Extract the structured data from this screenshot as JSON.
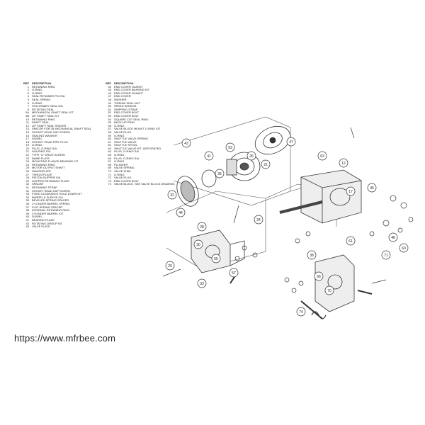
{
  "columns": {
    "ref": "REF",
    "description": "DESCRIPTION"
  },
  "parts_left": [
    {
      "ref": "1",
      "desc": "RETAINING RING"
    },
    {
      "ref": "2",
      "desc": "O-RING"
    },
    {
      "ref": "3",
      "desc": "O-RING"
    },
    {
      "ref": "4",
      "desc": "SEAL RETAINER PIN S/A"
    },
    {
      "ref": "5",
      "desc": "SEAL SPRING"
    },
    {
      "ref": "6",
      "desc": "O-RING"
    },
    {
      "ref": "7",
      "desc": "STATIONARY SEAL S/A"
    },
    {
      "ref": "8",
      "desc": "ROTATING SEAL"
    },
    {
      "ref": "9A",
      "desc": "MECHANICAL SHAFT SEAL KIT"
    },
    {
      "ref": "9B",
      "desc": "LIP SHAFT SEAL KIT"
    },
    {
      "ref": "10",
      "desc": "RETAINING RING"
    },
    {
      "ref": "11",
      "desc": "SHAFT SEAL"
    },
    {
      "ref": "12",
      "desc": "LIP SHAFT SEAL SPACER"
    },
    {
      "ref": "13",
      "desc": "SPACER FOR 26 MECHANICAL SHAFT SEAL"
    },
    {
      "ref": "",
      "desc": ""
    },
    {
      "ref": "15",
      "desc": "SOCKET HEAD CAP SCREW"
    },
    {
      "ref": "16",
      "desc": "SEALING WASHER"
    },
    {
      "ref": "17",
      "desc": "DOWEL"
    },
    {
      "ref": "18",
      "desc": "SOCKET HEAD PIPE PLUG"
    },
    {
      "ref": "19",
      "desc": "O-RING"
    },
    {
      "ref": "20",
      "desc": "PLUG, O-RING S/A"
    },
    {
      "ref": "21",
      "desc": "HOUSING S/A"
    },
    {
      "ref": "22",
      "desc": "TYPE \"U\" DRIVE SCREW"
    },
    {
      "ref": "23",
      "desc": "NAME PLATE"
    },
    {
      "ref": "24",
      "desc": "MOUNTING FLANGE BEARING KIT"
    },
    {
      "ref": "24",
      "desc": "RETAINING RING"
    },
    {
      "ref": "25",
      "desc": "MOTOR OUTPUT SHAFT"
    },
    {
      "ref": "",
      "desc": ""
    },
    {
      "ref": "",
      "desc": ""
    },
    {
      "ref": "26",
      "desc": "SWASHPLATE"
    },
    {
      "ref": "27",
      "desc": "THRUSTPLATE"
    },
    {
      "ref": "28",
      "desc": "PISTON SLIPPER S/A"
    },
    {
      "ref": "29",
      "desc": "SLIPPER RETAINING PLATE"
    },
    {
      "ref": "30",
      "desc": "SPACER"
    },
    {
      "ref": "31",
      "desc": "RETAINING STRAP"
    },
    {
      "ref": "32",
      "desc": "SOCKET HEAD CAP SCREW"
    },
    {
      "ref": "33",
      "desc": "FIXED CLEARANCE HOLD DOWN KIT"
    },
    {
      "ref": "34",
      "desc": "BARREL & SLEEVE S/A"
    },
    {
      "ref": "35",
      "desc": "BEVELED SPRING SPACER"
    },
    {
      "ref": "36",
      "desc": "CYLINDER BARREL SPRING"
    },
    {
      "ref": "37",
      "desc": "FLAT SPRING SPACER"
    },
    {
      "ref": "38",
      "desc": "INTERNAL RETAINING RING"
    },
    {
      "ref": "39",
      "desc": "CYLINDER BARREL KIT"
    },
    {
      "ref": "40",
      "desc": "DOWEL"
    },
    {
      "ref": "41",
      "desc": "BEARING PLATE"
    },
    {
      "ref": "42",
      "desc": "ROTATING GROUP KIT"
    },
    {
      "ref": "",
      "desc": ""
    },
    {
      "ref": "43",
      "desc": "VALVE PLATE"
    }
  ],
  "parts_right": [
    {
      "ref": "44",
      "desc": "END COVER GASKET"
    },
    {
      "ref": "45",
      "desc": "END COVER BEARING KIT"
    },
    {
      "ref": "46",
      "desc": "END COVER SHIMKIT"
    },
    {
      "ref": "47",
      "desc": "END COVER"
    },
    {
      "ref": "48",
      "desc": "WASHER"
    },
    {
      "ref": "49",
      "desc": "THREAD SEAL NUT"
    },
    {
      "ref": "50",
      "desc": "SPEED SENSOR"
    },
    {
      "ref": "51",
      "desc": "SHIPPING STRAP"
    },
    {
      "ref": "52",
      "desc": "END COVER BOLT"
    },
    {
      "ref": "53",
      "desc": "END COVER BOLT"
    },
    {
      "ref": "54",
      "desc": "SQUARE CUT SEAL RING"
    },
    {
      "ref": "55",
      "desc": "BACK-UP RING"
    },
    {
      "ref": "56",
      "desc": "O-RING"
    },
    {
      "ref": "57",
      "desc": "VALVE BLOCK MOUNT O-RING KIT"
    },
    {
      "ref": "58",
      "desc": "VALVE PLUG"
    },
    {
      "ref": "59",
      "desc": "O-RING"
    },
    {
      "ref": "60",
      "desc": "SHUTTLE VALVE SPRING"
    },
    {
      "ref": "61",
      "desc": "SHUTTLE VALVE"
    },
    {
      "ref": "62",
      "desc": "SHUTTLE SPOOL"
    },
    {
      "ref": "63",
      "desc": "SHUTTLE VALVE KIT, INTEGRATED"
    },
    {
      "ref": "64",
      "desc": "PLUG, O-RING S/A"
    },
    {
      "ref": "65",
      "desc": "O-RING"
    },
    {
      "ref": "66",
      "desc": "PLUG, O-RING S/A"
    },
    {
      "ref": "67",
      "desc": "O-RING"
    },
    {
      "ref": "68",
      "desc": "PLUNGER"
    },
    {
      "ref": "69",
      "desc": "VALVE SPRING"
    },
    {
      "ref": "70",
      "desc": "VALVE SHIM"
    },
    {
      "ref": "71",
      "desc": "O-RING"
    },
    {
      "ref": "72",
      "desc": "VALVE PLUG"
    },
    {
      "ref": "73",
      "desc": "END COVER BOLT"
    },
    {
      "ref": "",
      "desc": ""
    },
    {
      "ref": "",
      "desc": ""
    },
    {
      "ref": "74",
      "desc": "VALVE BLOCK, SEE VALVE BLOCK DRAWING"
    }
  ],
  "callouts": [
    "43",
    "47",
    "41",
    "53",
    "26",
    "21",
    "35",
    "44",
    "32",
    "28",
    "30",
    "55",
    "33",
    "57",
    "63",
    "12",
    "17",
    "45",
    "48",
    "71",
    "60",
    "61",
    "70",
    "66",
    "38",
    "74",
    "24",
    "20"
  ],
  "watermark": "https://www.mfrbee.com"
}
